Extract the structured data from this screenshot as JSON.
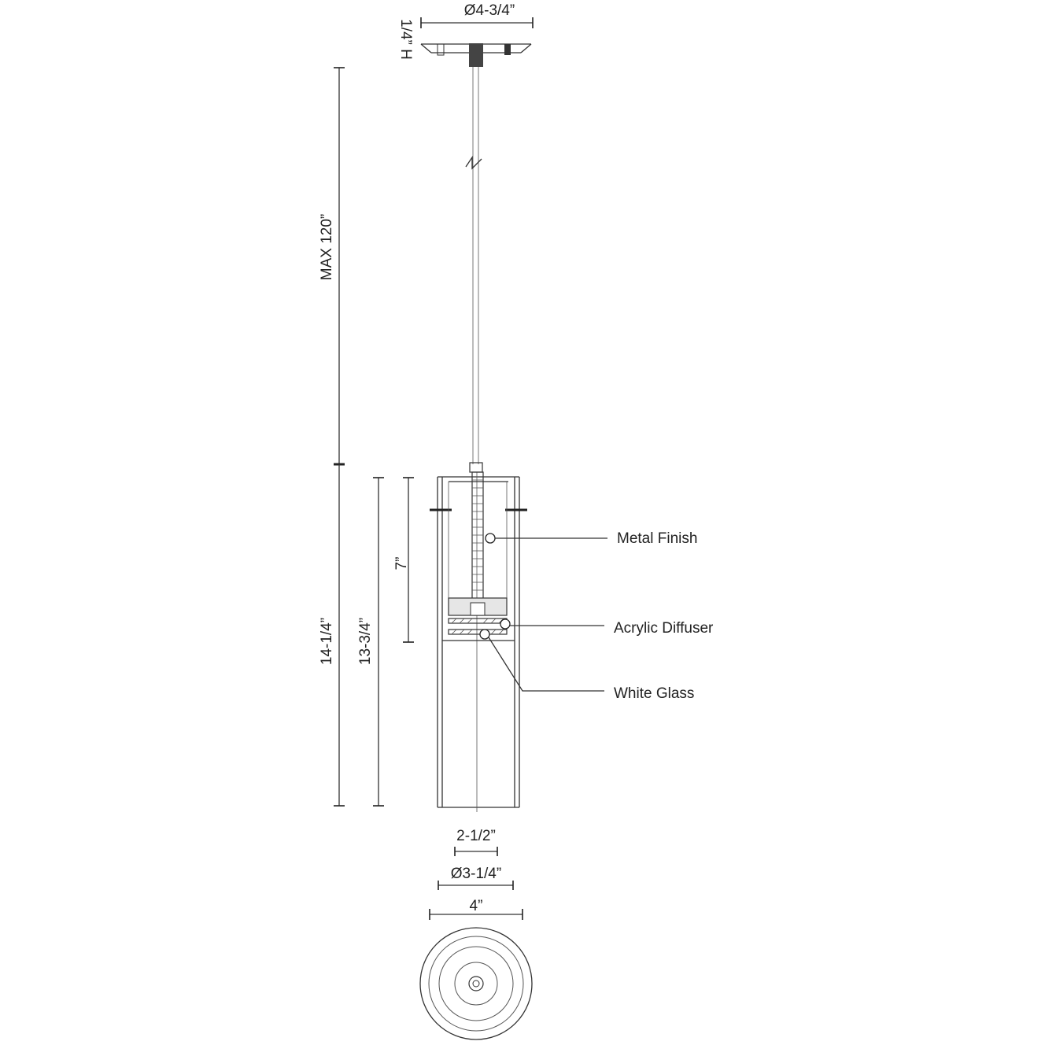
{
  "dimensions": {
    "canopy_diameter": "Ø4-3/4”",
    "canopy_height": "1/4” H",
    "max_length": "MAX 120”",
    "overall_height": "14-1/4”",
    "shade_height": "13-3/4”",
    "inner_height": "7”",
    "inner_width": "2-1/2”",
    "shade_diameter": "Ø3-1/4”",
    "outer_width": "4”"
  },
  "callouts": [
    {
      "label": "Metal Finish"
    },
    {
      "label": "Acrylic Diffuser"
    },
    {
      "label": "White Glass"
    }
  ],
  "colors": {
    "line": "#333333",
    "background": "#ffffff"
  }
}
